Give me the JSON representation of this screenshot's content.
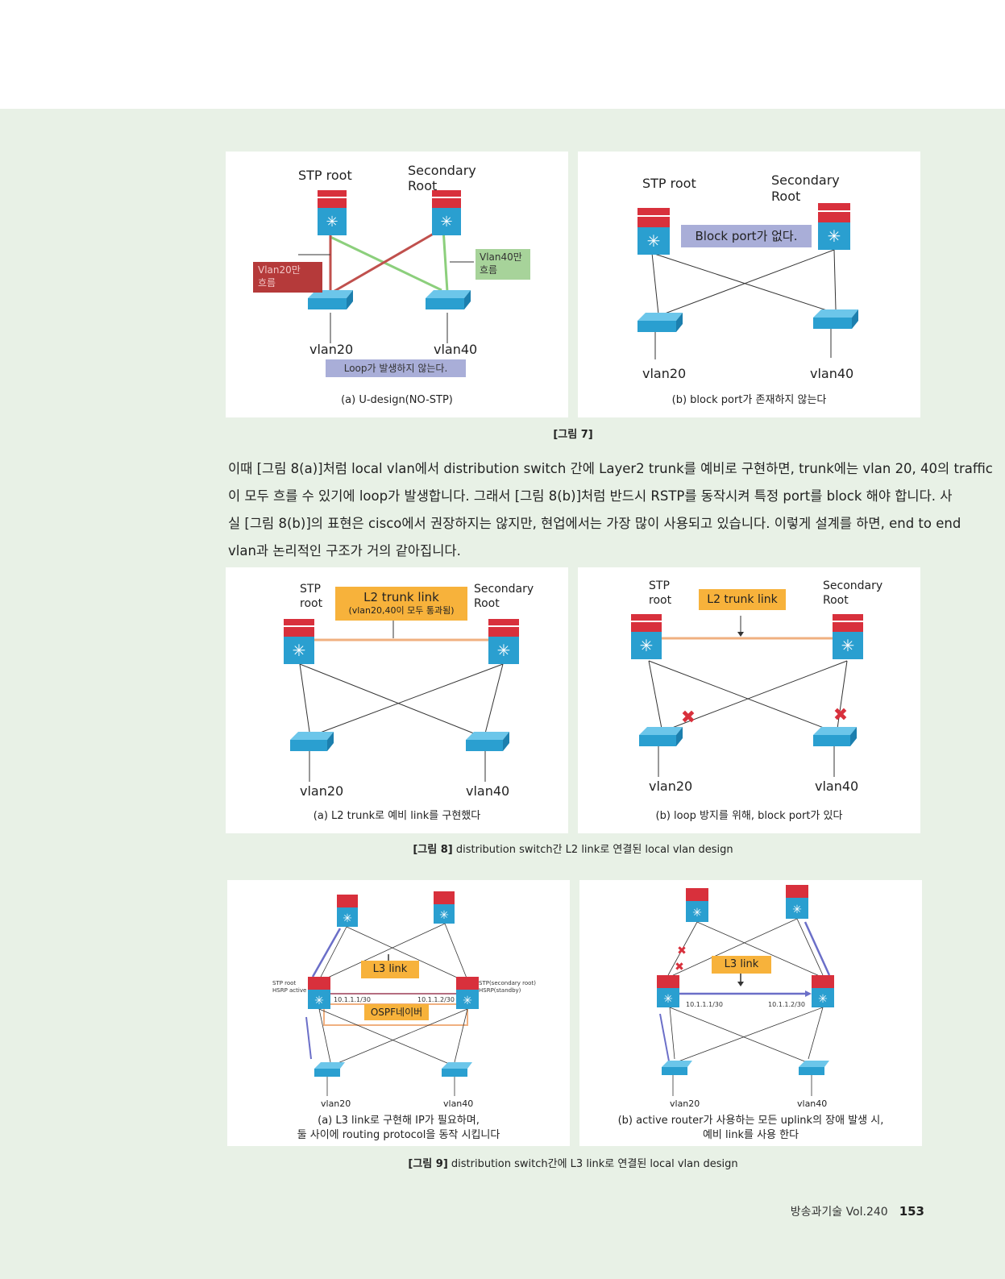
{
  "fig7": {
    "a": {
      "stp_root": "STP root",
      "secondary_root": "Secondary\nRoot",
      "vlan20_flow": "Vlan20만\n흐름",
      "vlan40_flow": "Vlan40만\n흐름",
      "vlan20": "vlan20",
      "vlan40": "vlan40",
      "loop_note": "Loop가 발생하지 않는다.",
      "caption": "(a) U-design(NO-STP)"
    },
    "b": {
      "stp_root": "STP root",
      "secondary_root": "Secondary\nRoot",
      "block_note": "Block port가 없다.",
      "vlan20": "vlan20",
      "vlan40": "vlan40",
      "caption": "(b) block port가 존재하지 않는다"
    },
    "caption": "[그림 7]"
  },
  "body_lines": [
    "이때 [그림 8(a)]처럼 local vlan에서 distribution switch 간에 Layer2 trunk를 예비로 구현하면, trunk에는 vlan 20, 40의 traffic",
    "이 모두 흐를 수 있기에 loop가 발생합니다. 그래서 [그림 8(b)]처럼 반드시 RSTP를 동작시켜 특정 port를 block 해야 합니다. 사",
    "실 [그림 8(b)]의 표현은 cisco에서 권장하지는 않지만, 현업에서는 가장 많이 사용되고 있습니다. 이렇게 설계를 하면, end to end",
    "vlan과 논리적인 구조가 거의 같아집니다."
  ],
  "fig8": {
    "a": {
      "stp_root": "STP\nroot",
      "secondary_root": "Secondary\nRoot",
      "trunk_title": "L2 trunk link",
      "trunk_sub": "(vlan20,40이 모두 통과됨)",
      "vlan20": "vlan20",
      "vlan40": "vlan40",
      "caption": "(a) L2 trunk로 예비 link를 구현했다"
    },
    "b": {
      "stp_root": "STP\nroot",
      "secondary_root": "Secondary\nRoot",
      "trunk_title": "L2 trunk link",
      "vlan20": "vlan20",
      "vlan40": "vlan40",
      "caption": "(b) loop 방지를 위해, block port가 있다"
    },
    "caption_bold": "[그림 8]",
    "caption_text": " distribution switch간 L2 link로 연결된 local vlan design"
  },
  "fig9": {
    "a": {
      "l3_link": "L3 link",
      "ospf": "OSPF네이버",
      "left_label": "STP root\nHSRP active",
      "right_label": "STP(secondary root)\nHSRP(standby)",
      "ip_left": "10.1.1.1/30",
      "ip_right": "10.1.1.2/30",
      "vlan20": "vlan20",
      "vlan40": "vlan40",
      "caption_l1": "(a) L3 link로 구현해 IP가 필요하며,",
      "caption_l2": "둘 사이에 routing protocol을 동작 시킵니다"
    },
    "b": {
      "l3_link": "L3 link",
      "ip_left": "10.1.1.1/30",
      "ip_right": "10.1.1.2/30",
      "vlan20": "vlan20",
      "vlan40": "vlan40",
      "caption_l1": "(b) active router가 사용하는 모든 uplink의 장애 발생 시,",
      "caption_l2": "예비 link를 사용 한다"
    },
    "caption_bold": "[그림 9]",
    "caption_text": " distribution switch간에 L3 link로 연결된 local vlan design"
  },
  "footer": {
    "magazine": "방송과기술 Vol.240",
    "page": "153"
  },
  "colors": {
    "page_bg": "#e8f1e6",
    "router_red": "#d8303c",
    "switch_blue": "#2a9fd0",
    "label_orange": "#f7b23b",
    "label_lavender": "#a9aed8",
    "vlan20_red": "#b53a3a",
    "vlan40_green": "#a7d39a"
  }
}
